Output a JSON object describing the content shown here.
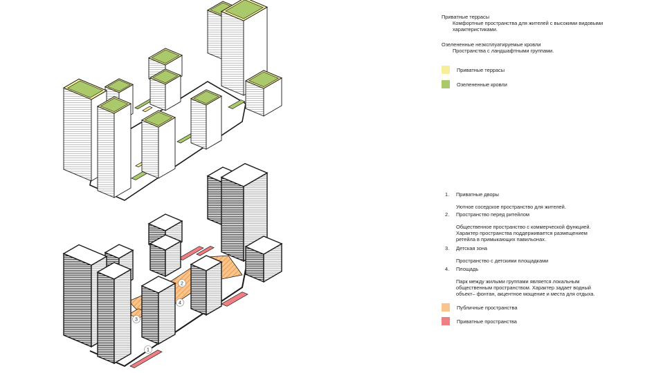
{
  "colors": {
    "terrace": "#f7ee9c",
    "green_roof": "#a9c96a",
    "public": "#f9c58c",
    "private": "#f07f83",
    "orange_hatch": "#f08c32",
    "line": "#1a1a1a"
  },
  "diagram_top": {
    "badges": []
  },
  "diagram_bottom": {
    "badges": [
      "1",
      "2",
      "3",
      "4"
    ]
  },
  "legend_top": {
    "item1_title": "Приватные террасы",
    "item1_desc": "Комфортные пространства для жителей с высокими видовыми\nхарактеристиками.",
    "item2_title": "Озелененные неэксплуатируемые кровли",
    "item2_desc": "Пространства с ландшафтными группами.",
    "swatches": [
      {
        "label": "Приватные террасы",
        "color": "#f7ee9c"
      },
      {
        "label": "Озелененные кровли",
        "color": "#a9c96a"
      }
    ]
  },
  "legend_bottom": {
    "items": [
      {
        "number": "1.",
        "title": "Приватные дворы",
        "desc": "Уютное соседское пространство для жителей."
      },
      {
        "number": "2.",
        "title": "Пространство перед ритейлом",
        "desc": "Общественное пространство с коммерческой функцией.\nХарактер пространства поддерживается размещением\nретейла в примыкающих павильонах."
      },
      {
        "number": "3.",
        "title": "Детская зона",
        "desc": "Пространство с детскими площадками"
      },
      {
        "number": "4.",
        "title": "Площадь",
        "desc": "Парк между жилыми группами является локальным\nобщественным пространством. Характер задает водный\nобъект– фонтан, акцентное мощение и места для отдыха."
      }
    ],
    "swatches": [
      {
        "label": "Публичные пространства",
        "color": "#f9c58c"
      },
      {
        "label": "Приватные пространства",
        "color": "#f07f83"
      }
    ]
  }
}
